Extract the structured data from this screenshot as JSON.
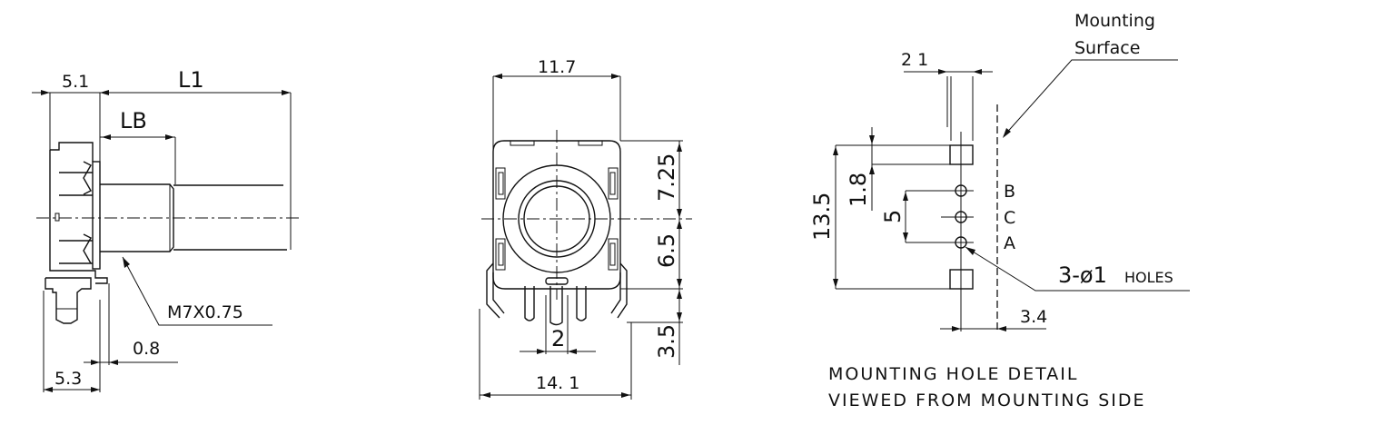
{
  "side_view": {
    "dim_flange": "5.1",
    "dim_length": "L1",
    "dim_bushing": "LB",
    "thread": "M7X0.75",
    "dim_bracket": "0.8",
    "dim_base": "5.3"
  },
  "front_view": {
    "dim_width": "11.7",
    "dim_top": "7.25",
    "dim_lower": "6.5",
    "dim_pins": "3.5",
    "dim_pitch": "2",
    "dim_total_width": "14. 1"
  },
  "hole_detail": {
    "mounting_surface_line1": "Mounting",
    "mounting_surface_line2": "Surface",
    "dim_tab": "2 1",
    "dim_tab_height": "1.8",
    "dim_span": "13.5",
    "dim_hole_pitch": "5",
    "pin_b": "B",
    "pin_c": "C",
    "pin_a": "A",
    "holes_count": "3-ø1",
    "holes_label": "HOLES",
    "dim_offset": "3.4",
    "caption_line1": "MOUNTING HOLE DETAIL",
    "caption_line2": "VIEWED FROM MOUNTING SIDE"
  }
}
